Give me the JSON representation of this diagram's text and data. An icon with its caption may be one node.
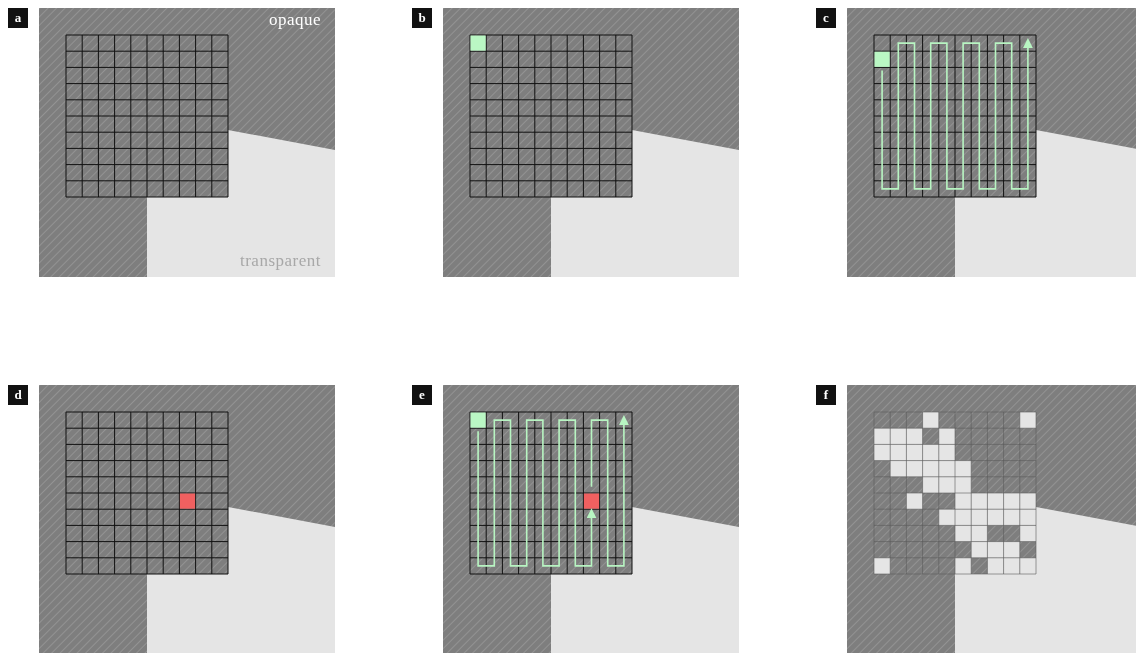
{
  "diagram": {
    "labels": [
      "a",
      "opaque",
      "transparent",
      "b",
      "c",
      "d",
      "e",
      "f"
    ]
  }
}
